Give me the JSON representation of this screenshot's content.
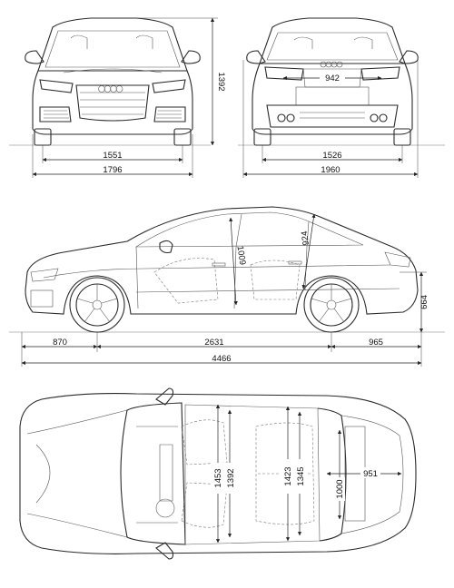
{
  "front": {
    "height": "1392",
    "track_front": "1551",
    "width": "1796"
  },
  "rear": {
    "track_rear": "1526",
    "trunk_opening": "942",
    "width_mirrors": "1960"
  },
  "side": {
    "head_front": "1009",
    "head_rear": "924",
    "boot_sill": "664",
    "overhang_front": "870",
    "wheelbase": "2631",
    "overhang_rear": "965",
    "length": "4466"
  },
  "top": {
    "shoulder_front": "1453",
    "elbow_front": "1392",
    "shoulder_rear": "1423",
    "elbow_rear": "1345",
    "boot_length": "951",
    "boot_width": "1000"
  }
}
